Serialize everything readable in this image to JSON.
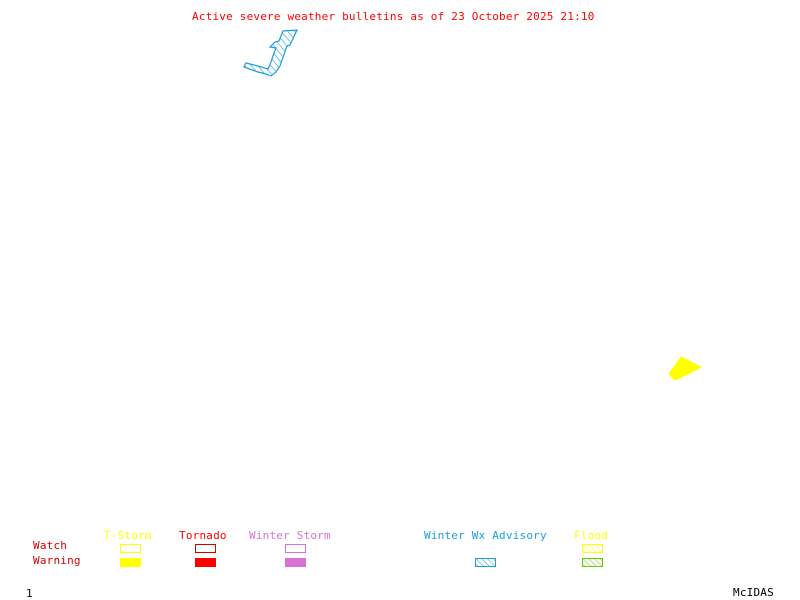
{
  "title": "Active severe weather bulletins as of 23 October 2025 21:10",
  "map": {
    "features": [
      {
        "type": "Winter Wx Advisory",
        "category": "warning",
        "color": "#1a9ee0",
        "style": "hatched",
        "location": "top-left-center"
      },
      {
        "type": "T-Storm",
        "category": "warning",
        "color": "#ffff00",
        "style": "filled",
        "location": "right-center"
      }
    ]
  },
  "legend": {
    "row_labels": {
      "watch": "Watch",
      "warning": "Warning",
      "color": "#d40000"
    },
    "columns": [
      {
        "label": "T-Storm",
        "color": "#ffff00",
        "watch": "outline",
        "warning": "filled"
      },
      {
        "label": "Tornado",
        "color": "#ff0000",
        "watch": "outline",
        "warning": "filled"
      },
      {
        "label": "Winter Storm",
        "color": "#da70d6",
        "watch": "outline",
        "warning": "filled"
      },
      {
        "label": "Winter Wx Advisory",
        "color": "#1a9ee0",
        "watch": null,
        "warning": "hatched"
      },
      {
        "label": "Flood",
        "color": "#ffff00",
        "watch": "hatched",
        "warning": "hatched",
        "warning_color": "#66cc00"
      }
    ]
  },
  "footer": {
    "frame_number": "1",
    "brand": "McIDAS"
  }
}
